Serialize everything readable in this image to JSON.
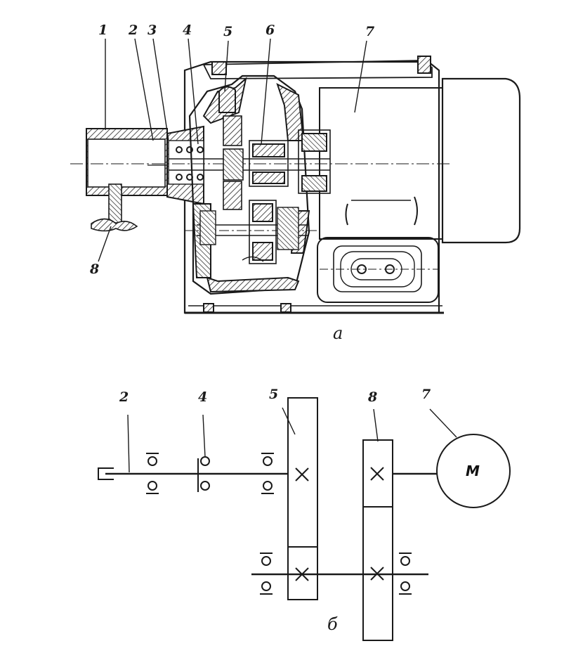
{
  "figure_a": {
    "caption": "а",
    "callouts": [
      "1",
      "2",
      "3",
      "4",
      "5",
      "6",
      "7"
    ],
    "handle_label": "8"
  },
  "figure_b": {
    "caption": "б",
    "callouts": [
      "2",
      "4",
      "5",
      "8",
      "7"
    ],
    "motor_symbol": "M"
  },
  "colors": {
    "ink": "#1a1a1a",
    "paper": "#ffffff"
  }
}
